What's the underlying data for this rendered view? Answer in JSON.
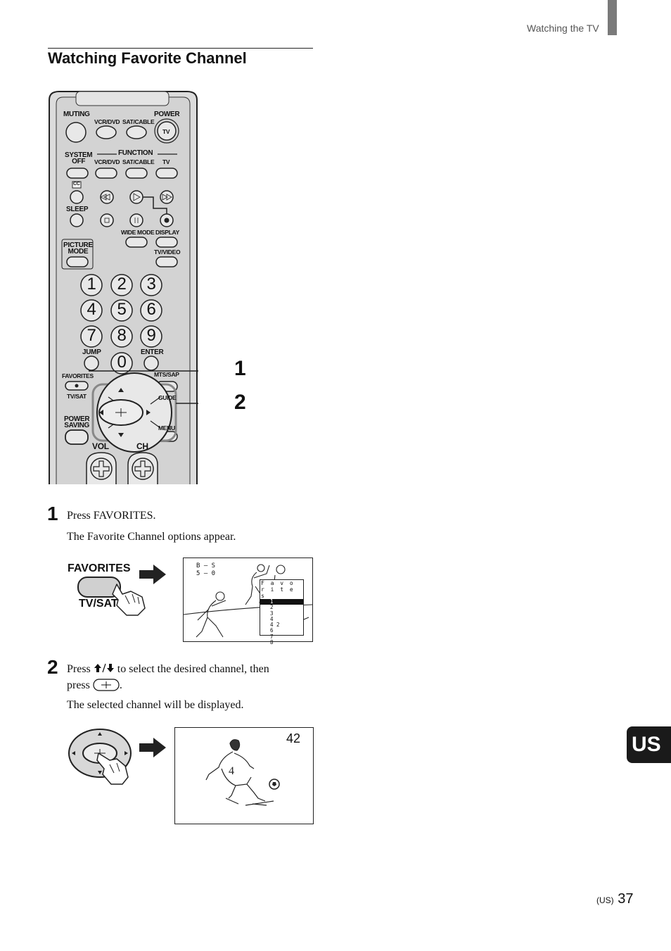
{
  "header": {
    "section": "Watching the TV"
  },
  "title": "Watching Favorite Channel",
  "remote": {
    "muting": "MUTING",
    "power": "POWER",
    "vcr_dvd": "VCR/DVD",
    "sat_cable": "SAT/CABLE",
    "tv": "TV",
    "system_off_1": "SYSTEM",
    "system_off_2": "OFF",
    "function": "FUNCTION",
    "fn_vcr_dvd": "VCR/DVD",
    "fn_sat_cable": "SAT/CABLE",
    "fn_tv": "TV",
    "cc": "CC",
    "sleep": "SLEEP",
    "wide_mode": "WIDE MODE",
    "display": "DISPLAY",
    "picture_mode_1": "PICTURE",
    "picture_mode_2": "MODE",
    "tv_video": "TV/VIDEO",
    "digits": [
      "1",
      "2",
      "3",
      "4",
      "5",
      "6",
      "7",
      "8",
      "9",
      "0"
    ],
    "jump": "JUMP",
    "enter": "ENTER",
    "favorites": "FAVORITES",
    "mts_sap": "MTS/SAP",
    "tv_sat": "TV/SAT",
    "guide": "GUIDE",
    "power_saving_1": "POWER",
    "power_saving_2": "SAVING",
    "menu": "MENU",
    "vol": "VOL",
    "ch": "CH",
    "callout_1": "1",
    "callout_2": "2"
  },
  "steps": [
    {
      "number": "1",
      "text": "Press FAVORITES.",
      "result": "The Favorite Channel options appear."
    },
    {
      "number": "2",
      "text_a": "Press",
      "text_b": "to select the desired channel, then",
      "text_c": "press",
      "result": "The selected channel will be displayed."
    }
  ],
  "step1_figure": {
    "favorites_label": "FAVORITES",
    "tv_sat_label": "TV/SAT",
    "screen": {
      "score_line_1": "B – S",
      "score_line_2": "5 – 0",
      "menu_title": "F a v o r i t e s",
      "menu_items": [
        "1",
        "2",
        "3",
        "4",
        "4 2",
        "6",
        "7",
        "8"
      ],
      "selected_index": 0
    }
  },
  "step2_figure": {
    "channel": "42"
  },
  "side_tab": "US",
  "footer": {
    "region": "(US)",
    "page": "37"
  },
  "colors": {
    "ink": "#111111",
    "remote_body": "#d9d9d9",
    "tab": "#1a1a1a",
    "header_bar": "#7a7a7a"
  },
  "icons": [
    "arrow-right-icon",
    "hand-press-icon",
    "up-down-arrow-icon",
    "enter-button-icon",
    "soccer-ball-icon"
  ]
}
